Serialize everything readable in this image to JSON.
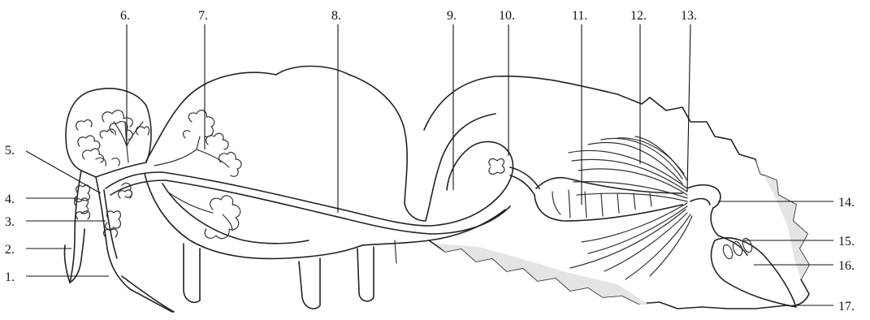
{
  "labels": {
    "n1": "1.",
    "n2": "2.",
    "n3": "3.",
    "n4": "4.",
    "n5": "5.",
    "n6": "6.",
    "n7": "7.",
    "n8": "8.",
    "n9": "9.",
    "n10": "10.",
    "n11": "11.",
    "n12": "12.",
    "n13": "13.",
    "n14": "14.",
    "n15": "15.",
    "n16": "16.",
    "n17": "17."
  },
  "colors": {
    "ink": "#222222",
    "shading": "#e4e4e4",
    "background": "#ffffff"
  }
}
